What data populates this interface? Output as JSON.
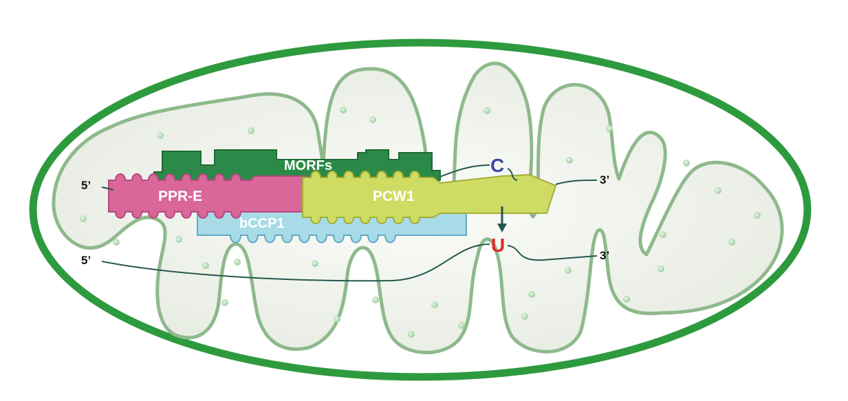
{
  "proteins": {
    "morfs": "MORFs",
    "ppr_e": "PPR-E",
    "pcw1": "PCW1",
    "bccp1": "bCCP1"
  },
  "rna_ends": {
    "top_5prime": "5’",
    "top_3prime": "3’",
    "bottom_5prime": "5’",
    "bottom_3prime": "3’"
  },
  "bases": {
    "before": "C",
    "after": "U"
  },
  "colors": {
    "outer_membrane": "#2e9a3e",
    "inner_membrane": "#8fb98c",
    "matrix_fill": "#eef1ea",
    "morfs": "#2b8a47",
    "ppr_e": "#d9679a",
    "pcw1": "#cfdc63",
    "bccp1": "#a7dbe8",
    "rna_line": "#24574f",
    "base_c": "#3a4aa6",
    "base_u": "#e02a24"
  }
}
